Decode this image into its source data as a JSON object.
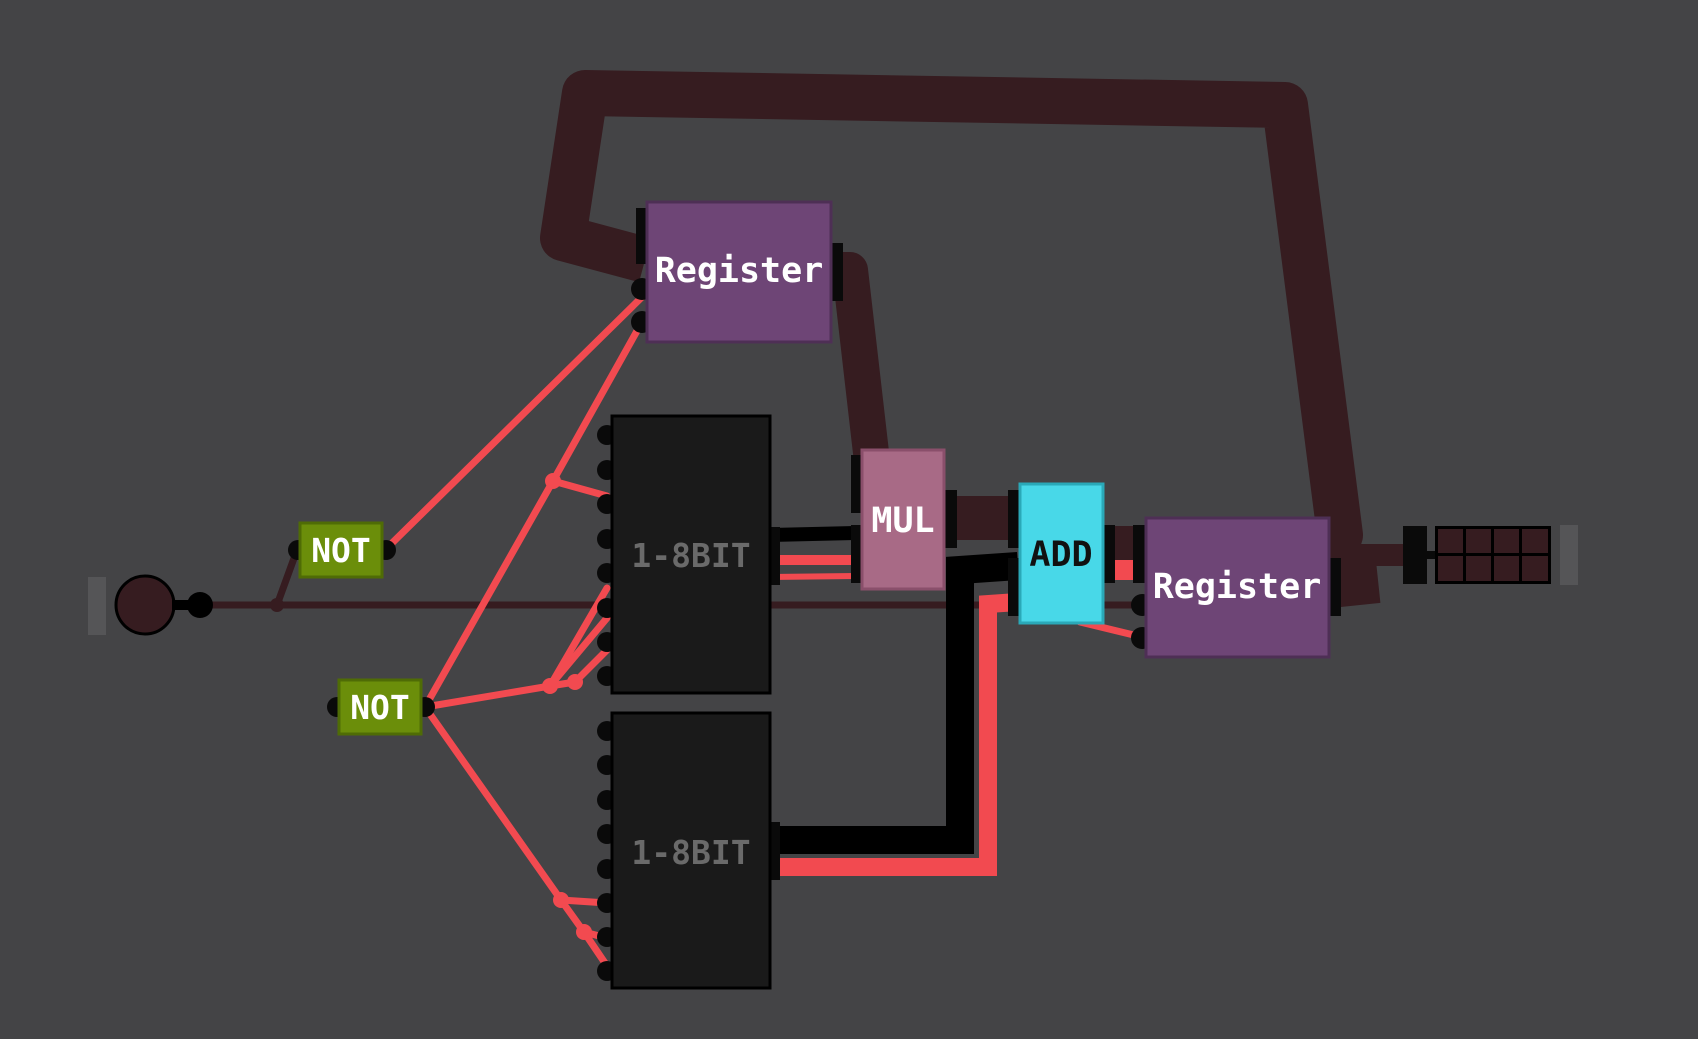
{
  "canvas": {
    "background": "#444446"
  },
  "colors": {
    "register": "#6e4576",
    "register_border": "#4e2f55",
    "mul": "#a86a86",
    "mul_border": "#8a4f6b",
    "add": "#48d8e8",
    "add_border": "#2aa9b8",
    "not": "#6b8e0a",
    "not_border": "#4f6c05",
    "decoder": "#1a1a1a",
    "wire_active": "#f24a50",
    "wire_bus": "#361c20",
    "wire_black": "#000000",
    "pin": "#0a0a0a",
    "label_light": "#ffffff",
    "label_dark": "#111111",
    "label_muted": "#6a6a6a"
  },
  "components": {
    "register_top": {
      "label": "Register"
    },
    "register_right": {
      "label": "Register"
    },
    "mul": {
      "label": "MUL"
    },
    "add": {
      "label": "ADD"
    },
    "not_upper": {
      "label": "NOT"
    },
    "not_lower": {
      "label": "NOT"
    },
    "decoder_upper": {
      "label": "1-8BIT"
    },
    "decoder_lower": {
      "label": "1-8BIT"
    },
    "input_switch": {
      "icon": "circle-input-icon"
    },
    "output_display": {
      "icon": "byte-output-grid-icon"
    }
  }
}
